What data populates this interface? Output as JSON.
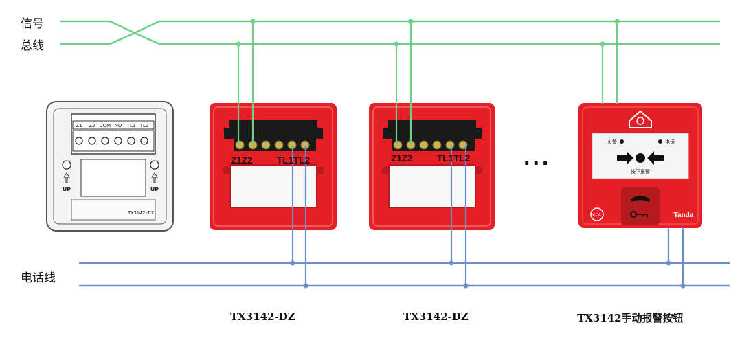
{
  "labels": {
    "signal_bus_line1": "信号",
    "signal_bus_line2": "总线",
    "phone_line": "电话线",
    "ellipsis": "..."
  },
  "devices": [
    {
      "caption": "TX3142-DZ",
      "terminals_left": "Z1Z2",
      "terminals_right": "TL1TL2"
    },
    {
      "caption": "TX3142-DZ",
      "terminals_left": "Z1Z2",
      "terminals_right": "TL1TL2"
    },
    {
      "caption": "TX3142手动报警按钮"
    }
  ],
  "bare_base": {
    "terminal_labels": [
      "Z1",
      "Z2",
      "COM",
      "NO",
      "TL1",
      "TL2"
    ],
    "model_text": "TX3142-DZ",
    "up_text": "UP"
  },
  "alarm_button": {
    "fire_label": "火警",
    "phone_label": "电话",
    "press_label": "按下报警",
    "brand": "Tanda",
    "ccc_mark": "CCC"
  },
  "colors": {
    "signal_wire": "#6ccf86",
    "phone_wire": "#6a8fc8",
    "device_red": "#e41f26",
    "terminal_black": "#1a1a1a"
  }
}
